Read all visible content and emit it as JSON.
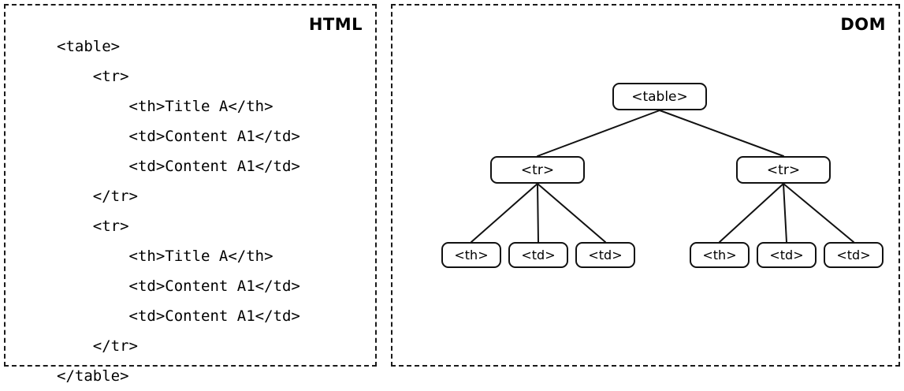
{
  "panels": {
    "html": {
      "title": "HTML",
      "code_lines": [
        "<table>",
        "    <tr>",
        "        <th>Title A</th>",
        "        <td>Content A1</td>",
        "        <td>Content A1</td>",
        "    </tr>",
        "    <tr>",
        "        <th>Title A</th>",
        "        <td>Content A1</td>",
        "        <td>Content A1</td>",
        "    </tr>",
        "</table>"
      ]
    },
    "dom": {
      "title": "DOM",
      "tree": {
        "root": {
          "label": "<table>"
        },
        "rows": [
          {
            "label": "<tr>",
            "children": [
              {
                "label": "<th>"
              },
              {
                "label": "<td>"
              },
              {
                "label": "<td>"
              }
            ]
          },
          {
            "label": "<tr>",
            "children": [
              {
                "label": "<th>"
              },
              {
                "label": "<td>"
              },
              {
                "label": "<td>"
              }
            ]
          }
        ]
      }
    }
  },
  "colors": {
    "background": "#ffffff",
    "panel_border": "#1a1a1a",
    "node_border": "#111111",
    "text": "#000000",
    "edge": "#111111"
  }
}
